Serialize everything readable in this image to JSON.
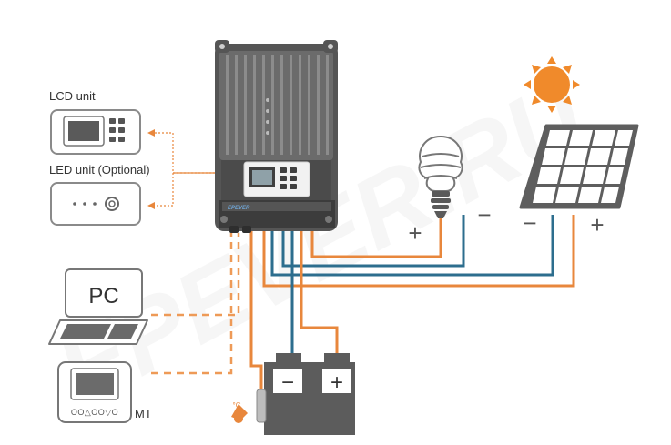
{
  "labels": {
    "lcd_unit": "LCD unit",
    "led_unit": "LED unit (Optional)",
    "pc": "PC",
    "mt": "MT",
    "load_plus": "+",
    "load_minus": "−",
    "pv_minus": "−",
    "pv_plus": "+",
    "bat_minus": "−",
    "bat_plus": "+",
    "temp_unit": "°C",
    "watermark": "EPEVER.RU"
  },
  "colors": {
    "orange": "#e8873c",
    "blue": "#2d6e8e",
    "dashed_orange": "#ee9a57",
    "device_dark": "#4a4a4a",
    "device_mid": "#6b6b6b",
    "battery": "#5c5c5c",
    "panel_frame": "#5e5e5e",
    "panel_cell": "#d9d9d9",
    "sun": "#f08a2b",
    "outline": "#8a8a8a"
  },
  "icons": {
    "controller": "solar-charge-controller-icon",
    "lcd": "lcd-remote-meter-icon",
    "led": "led-unit-icon",
    "pc": "laptop-icon",
    "mt": "mt-meter-icon",
    "lamp": "lightbulb-icon",
    "panel": "solar-panel-icon",
    "sun": "sun-icon",
    "battery": "battery-icon",
    "thermometer": "temperature-sensor-icon"
  }
}
